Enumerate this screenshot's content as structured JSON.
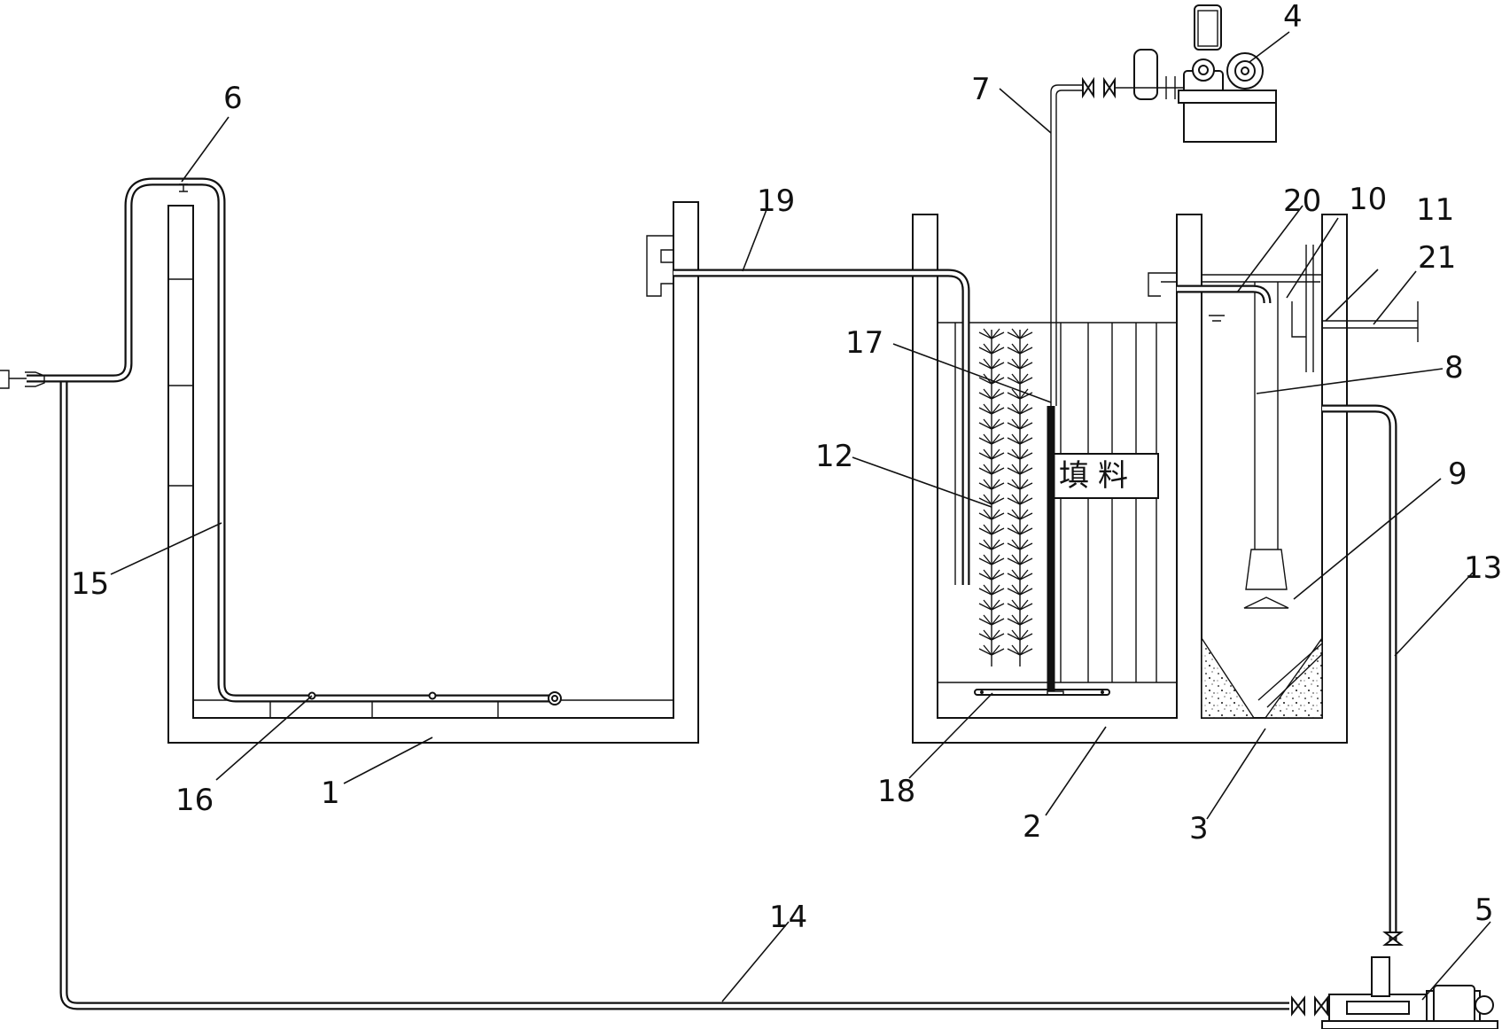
{
  "labels": {
    "l1": "1",
    "l2": "2",
    "l3": "3",
    "l4": "4",
    "l5": "5",
    "l6": "6",
    "l7": "7",
    "l8": "8",
    "l9": "9",
    "l10": "10",
    "l11": "11",
    "l12": "12",
    "l13": "13",
    "l14": "14",
    "l15": "15",
    "l16": "16",
    "l17": "17",
    "l18": "18",
    "l19": "19",
    "l20": "20",
    "l21": "21"
  },
  "filler_text": "填料"
}
